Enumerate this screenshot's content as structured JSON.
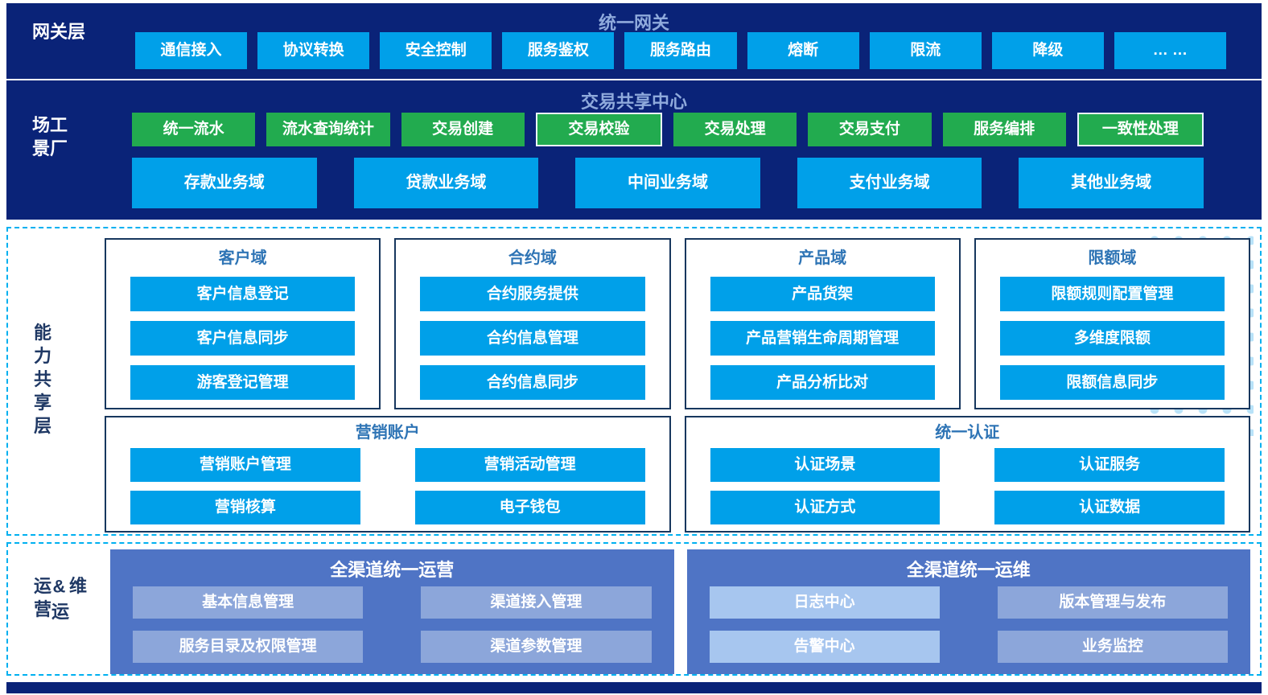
{
  "layers": {
    "gateway": {
      "side_label": "网关层",
      "title": "统一网关",
      "items": [
        "通信接入",
        "协议转换",
        "安全控制",
        "服务鉴权",
        "服务路由",
        "熔断",
        "限流",
        "降级",
        "… …"
      ]
    },
    "scenario": {
      "side_label": "场景工厂",
      "title": "交易共享中心",
      "green_items": [
        "统一流水",
        "流水查询统计",
        "交易创建",
        "交易校验",
        "交易处理",
        "交易支付",
        "服务编排",
        "一致性处理"
      ],
      "domains": [
        "存款业务域",
        "贷款业务域",
        "中间业务域",
        "支付业务域",
        "其他业务域"
      ]
    },
    "capability": {
      "side_label": "能力共享层",
      "groups": [
        {
          "title": "客户域",
          "items": [
            "客户信息登记",
            "客户信息同步",
            "游客登记管理"
          ]
        },
        {
          "title": "合约域",
          "items": [
            "合约服务提供",
            "合约信息管理",
            "合约信息同步"
          ]
        },
        {
          "title": "产品域",
          "items": [
            "产品货架",
            "产品营销生命周期管理",
            "产品分析比对"
          ]
        },
        {
          "title": "限额域",
          "items": [
            "限额规则配置管理",
            "多维度限额",
            "限额信息同步"
          ]
        }
      ],
      "wide_groups": [
        {
          "title": "营销账户",
          "items": [
            "营销账户管理",
            "营销活动管理",
            "营销核算",
            "电子钱包"
          ]
        },
        {
          "title": "统一认证",
          "items": [
            "认证场景",
            "认证服务",
            "认证方式",
            "认证数据"
          ]
        }
      ]
    },
    "ops": {
      "side_label": "运营&运维",
      "panels": [
        {
          "title": "全渠道统一运营",
          "items": [
            "基本信息管理",
            "渠道接入管理",
            "服务目录及权限管理",
            "渠道参数管理"
          ]
        },
        {
          "title": "全渠道统一运维",
          "items": [
            "日志中心",
            "版本管理与发布",
            "告警中心",
            "业务监控"
          ]
        }
      ]
    }
  },
  "colors": {
    "navy_band": "#0a2378",
    "cyan_button": "#00a0e9",
    "green_button": "#22ab4f",
    "band_title_text": "#8faadc",
    "group_title_text": "#2e74b5",
    "group_border": "#17375e",
    "dashed_border": "#00b0f0",
    "ops_panel": "#4f74c5",
    "ops_button": "#8ca6da",
    "ops_button_light": "#a7c6ef",
    "side_label_dark": "#1f3864"
  }
}
